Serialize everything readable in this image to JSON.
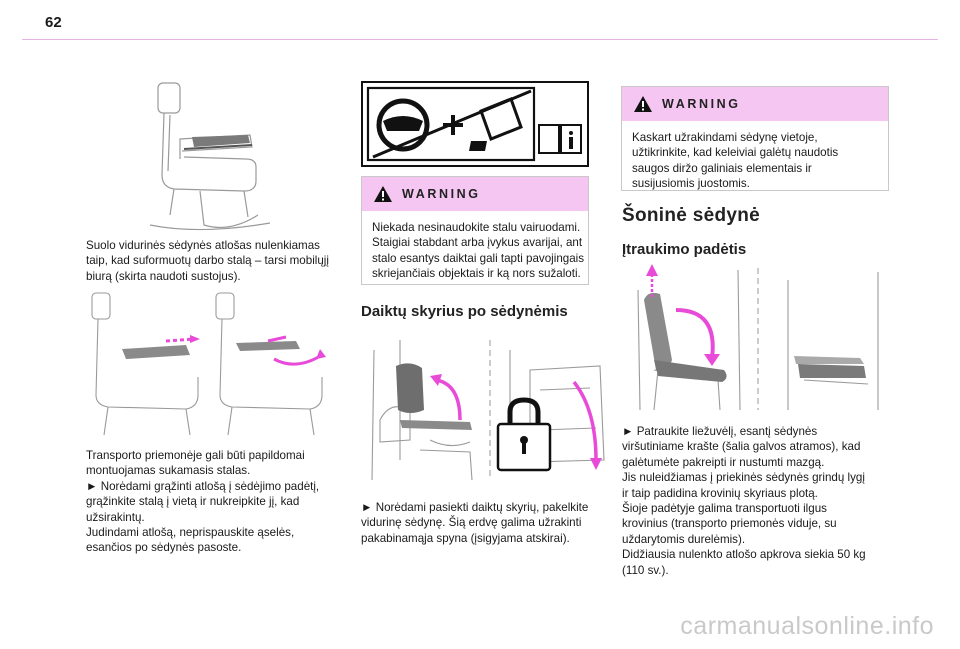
{
  "page": {
    "number": "62"
  },
  "col1": {
    "para1": [
      "Suolo vidurinės sėdynės atlošas nulenkiamas",
      "taip, kad suformuotų darbo stalą – tarsi mobilųjį",
      "biurą (skirta naudoti sustojus)."
    ],
    "para2": [
      "Transporto priemonėje gali būti papildomai",
      "montuojamas sukamasis stalas.",
      "► Norėdami grąžinti atlošą į sėdėjimo padėtį,",
      "grąžinkite stalą į vietą ir nukreipkite jį, kad",
      "užsirakintų.",
      "Judindami atlošą, neprispauskite ąselės,",
      "esančios po sėdynės pasoste."
    ]
  },
  "col2": {
    "warning": {
      "title": "WARNING",
      "lines": [
        "Niekada nesinaudokite stalu vairuodami.",
        "Staigiai stabdant arba įvykus avarijai, ant",
        "stalo esantys daiktai gali tapti pavojingais",
        "skriejančiais objektais ir ką nors sužaloti."
      ]
    },
    "heading": "Daiktų skyrius po sėdynėmis",
    "para": [
      "► Norėdami pasiekti daiktų skyrių, pakelkite",
      "vidurinę sėdynę. Šią erdvę galima užrakinti",
      "pakabinamąja spyna (įsigyjama atskirai)."
    ]
  },
  "col3": {
    "warning": {
      "title": "WARNING",
      "lines": [
        "Kaskart užrakindami sėdynę vietoje,",
        "užtikrinkite, kad keleiviai galėtų naudotis",
        "saugos diržo galiniais elementais ir",
        "susijusiomis juostomis."
      ]
    },
    "heading1": "Šoninė sėdynė",
    "heading2": "Įtraukimo padėtis",
    "para": [
      "► Patraukite liežuvėlį, esantį sėdynės",
      "viršutiniame krašte (šalia galvos atramos), kad",
      "galėtumėte pakreipti ir nustumti mazgą.",
      "Jis nuleidžiamas į priekinės sėdynės grindų lygį",
      "ir taip padidina krovinių skyriaus plotą.",
      "Šioje padėtyje galima transportuoti ilgus",
      "krovinius (transporto priemonės viduje, su",
      "uždarytomis durelėmis).",
      "Didžiausia nulenkto atlošo apkrova siekia 50 kg",
      "(110 sv.)."
    ]
  },
  "watermark": "carmanualsonline.info",
  "colors": {
    "accent_magenta": "#e84bd8",
    "warning_band": "#f6c6f2",
    "line_art": "#9a9a9a"
  }
}
